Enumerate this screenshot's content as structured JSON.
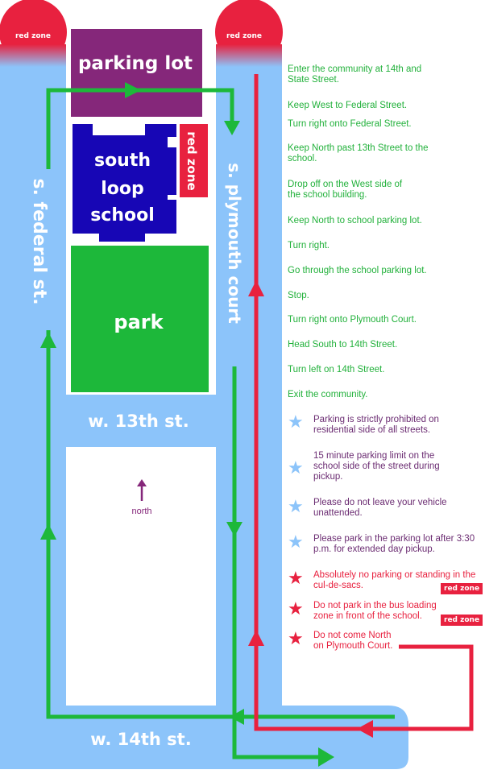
{
  "colors": {
    "road": "#8cc4fa",
    "red": "#e8213f",
    "green": "#1db83a",
    "purple": "#85277a",
    "school": "#1706b5",
    "park": "#1db83a",
    "text_green": "#22b13b",
    "text_purple": "#6b2c72"
  },
  "map": {
    "red_zone_left": "red zone",
    "red_zone_right": "red zone",
    "parking_lot": "parking lot",
    "school": [
      "south",
      "loop",
      "school"
    ],
    "school_red_zone": "red zone",
    "park": "park",
    "federal": "s. federal st.",
    "plymouth": "s. plymouth court",
    "thirteenth": "w. 13th st.",
    "fourteenth": "w. 14th st.",
    "north": "north"
  },
  "directions": [
    "Enter the community at 14th and State Street.",
    "Keep West to Federal Street.",
    "Turn right onto Federal Street.",
    "Keep North past 13th Street to the school.",
    "Drop off on the West side of the school building.",
    "Keep North to school parking lot.",
    "Turn right.",
    "Go through the school parking lot.",
    "Stop.",
    "Turn right onto Plymouth Court.",
    "Head South to 14th Street.",
    "Turn left on 14th Street.",
    "Exit the community."
  ],
  "notes": [
    {
      "text": "Parking is strictly prohibited on residential side of all streets.",
      "type": "blue"
    },
    {
      "text": "15 minute parking limit on the school side of the street during pickup.",
      "type": "blue"
    },
    {
      "text": "Please do not leave your vehicle unattended.",
      "type": "blue"
    },
    {
      "text": "Please park in the parking lot after 3:30 p.m. for extended day pickup.",
      "type": "blue"
    },
    {
      "text": "Absolutely no parking or standing in the cul-de-sacs.",
      "type": "red",
      "badge": "red zone"
    },
    {
      "text": "Do not park in the bus loading zone in front of the school.",
      "type": "red",
      "badge": "red zone"
    },
    {
      "text": "Do not come North on Plymouth Court.",
      "type": "red"
    }
  ]
}
